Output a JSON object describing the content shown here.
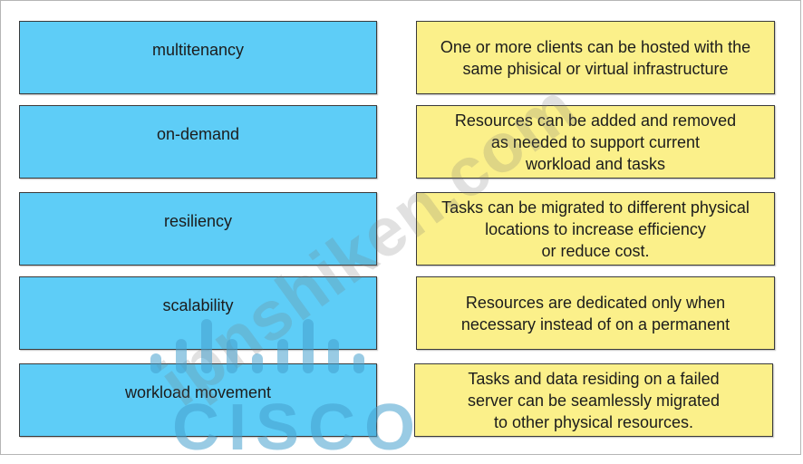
{
  "terms": [
    "multitenancy",
    "on-demand",
    "resiliency",
    "scalability",
    "workload movement"
  ],
  "definitions": [
    "One or more clients can be hosted with the\nsame phisical or virtual infrastructure",
    "Resources can be added and removed\nas needed to support current\nworkload and tasks",
    "Tasks can be migrated to different physical\nlocations to increase efficiency\nor reduce cost.",
    "Resources  are dedicated only when\nnecessary instead of on a permanent",
    "Tasks and data residing on a failed\nserver can be seamlessly migrated\nto other physical resources."
  ],
  "watermark": {
    "site": "ipnshiken.com",
    "logo_text": "CISCO",
    "logo_icon": "cisco-bars-icon"
  },
  "colors": {
    "term_box": "#5ecdf7",
    "definition_box": "#fbf08a",
    "watermark_logo": "#46a0cd"
  }
}
